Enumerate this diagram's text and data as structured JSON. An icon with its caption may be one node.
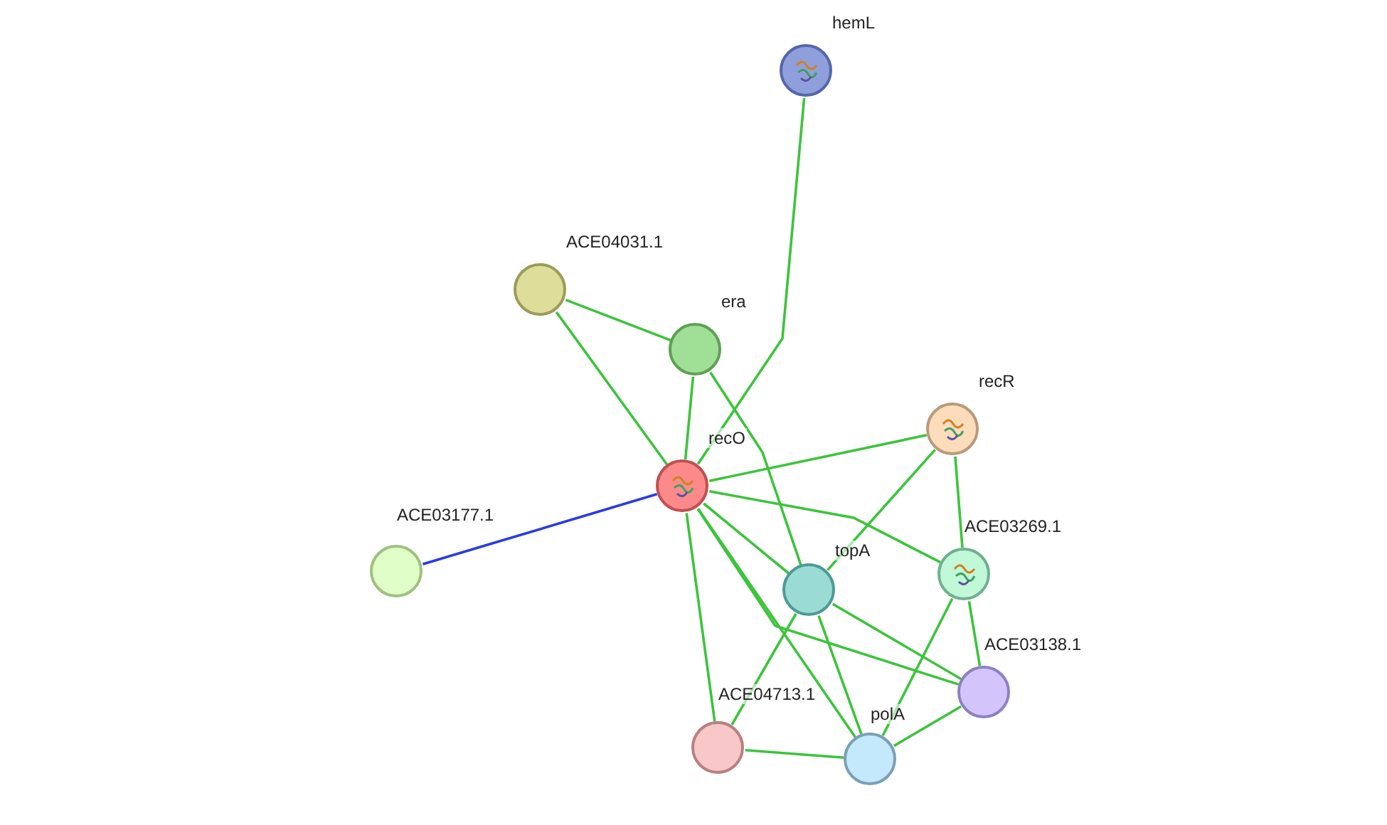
{
  "diagram": {
    "nodes": [
      {
        "text": [
          "hemL"
        ]
      },
      {
        "text": [
          "ACE04031.1"
        ]
      },
      {
        "text": [
          "era"
        ]
      },
      {
        "text": [
          "recR"
        ]
      },
      {
        "text": [
          "recO"
        ]
      },
      {
        "text": [
          "ACE03177.1"
        ]
      },
      {
        "text": [
          "topA"
        ]
      },
      {
        "text": [
          "ACE03269.1"
        ]
      },
      {
        "text": [
          "ACE03138.1"
        ]
      },
      {
        "text": [
          "ACE04713.1"
        ]
      },
      {
        "text": [
          "polA"
        ]
      }
    ],
    "edges": [
      {
        "from": 0,
        "to": 4,
        "arrow": "none"
      },
      {
        "from": 1,
        "to": 2,
        "arrow": "none"
      },
      {
        "from": 1,
        "to": 4,
        "arrow": "none"
      },
      {
        "from": 2,
        "to": 4,
        "arrow": "none"
      },
      {
        "from": 2,
        "to": 6,
        "arrow": "none"
      },
      {
        "from": 4,
        "to": 3,
        "arrow": "none"
      },
      {
        "from": 4,
        "to": 5,
        "arrow": "none",
        "color": "#2a3ce0"
      },
      {
        "from": 4,
        "to": 6,
        "arrow": "none"
      },
      {
        "from": 4,
        "to": 7,
        "arrow": "none"
      },
      {
        "from": 4,
        "to": 8,
        "arrow": "none"
      },
      {
        "from": 4,
        "to": 9,
        "arrow": "none"
      },
      {
        "from": 4,
        "to": 10,
        "arrow": "none"
      },
      {
        "from": 3,
        "to": 6,
        "arrow": "none"
      },
      {
        "from": 3,
        "to": 7,
        "arrow": "none"
      },
      {
        "from": 6,
        "to": 8,
        "arrow": "none"
      },
      {
        "from": 6,
        "to": 9,
        "arrow": "none"
      },
      {
        "from": 6,
        "to": 10,
        "arrow": "none"
      },
      {
        "from": 7,
        "to": 8,
        "arrow": "none"
      },
      {
        "from": 7,
        "to": 10,
        "arrow": "none"
      },
      {
        "from": 8,
        "to": 10,
        "arrow": "none"
      },
      {
        "from": 9,
        "to": 10,
        "arrow": "none"
      }
    ]
  }
}
